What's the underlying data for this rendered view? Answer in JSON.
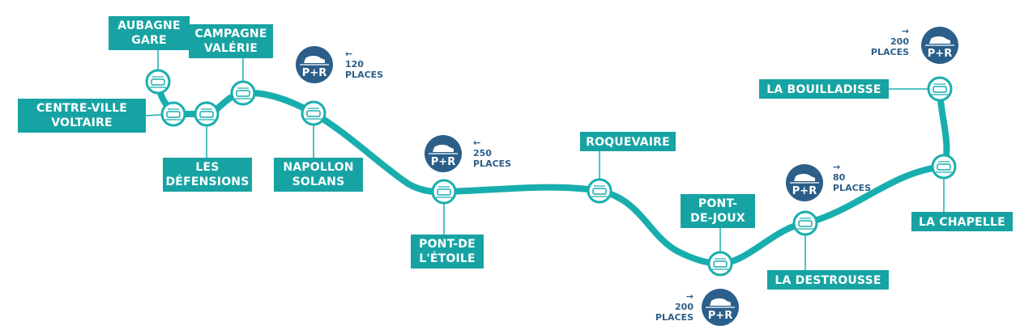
{
  "colors": {
    "line": "#19aeae",
    "label_bg": "#17a3a3",
    "label_text": "#ffffff",
    "station_fill": "#ffffff",
    "station_stroke": "#19aeae",
    "park_ride": "#2b5f8a"
  },
  "icons": {
    "station": "tram-icon",
    "park_ride": "car-icon"
  },
  "park_ride_symbol": "P+R",
  "stations": [
    {
      "id": "aubagne-gare",
      "lines": [
        "AUBAGNE",
        "GARE"
      ]
    },
    {
      "id": "centre-ville-voltaire",
      "lines": [
        "CENTRE-VILLE",
        "VOLTAIRE"
      ]
    },
    {
      "id": "les-defensions",
      "lines": [
        "LES",
        "DÉFENSIONS"
      ]
    },
    {
      "id": "campagne-valerie",
      "lines": [
        "CAMPAGNE",
        "VALÉRIE"
      ]
    },
    {
      "id": "napollon-solans",
      "lines": [
        "NAPOLLON",
        "SOLANS"
      ]
    },
    {
      "id": "pont-de-l-etoile",
      "lines": [
        "PONT-DE",
        "L'ÉTOILE"
      ]
    },
    {
      "id": "roquevaire",
      "lines": [
        "ROQUEVAIRE"
      ]
    },
    {
      "id": "pont-de-joux",
      "lines": [
        "PONT-",
        "DE-JOUX"
      ]
    },
    {
      "id": "la-destrousse",
      "lines": [
        "LA DESTROUSSE"
      ]
    },
    {
      "id": "la-chapelle",
      "lines": [
        "LA CHAPELLE"
      ]
    },
    {
      "id": "la-bouilladisse",
      "lines": [
        "LA BOUILLADISSE"
      ]
    }
  ],
  "park_rides": [
    {
      "id": "napollon",
      "arrow": "←",
      "count": "120",
      "unit": "PLACES"
    },
    {
      "id": "pont-de-l-etoile",
      "arrow": "←",
      "count": "250",
      "unit": "PLACES"
    },
    {
      "id": "pont-de-joux",
      "arrow": "→",
      "count": "200",
      "unit": "PLACES"
    },
    {
      "id": "la-destrousse",
      "arrow": "→",
      "count": "80",
      "unit": "PLACES"
    },
    {
      "id": "la-bouilladisse",
      "arrow": "→",
      "count": "200",
      "unit": "PLACES"
    }
  ]
}
